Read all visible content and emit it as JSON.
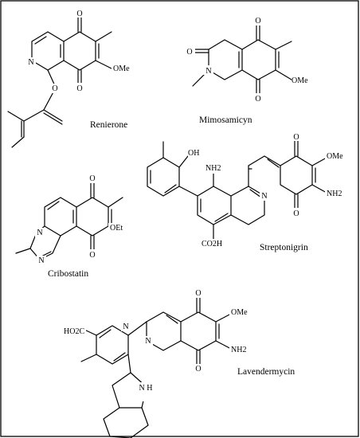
{
  "compounds": {
    "renierone": "Renierone",
    "mimosamicyn": "Mimosamicyn",
    "streptonigrin": "Streptonigrin",
    "cribostatin": "Cribostatin",
    "lavendermycin": "Lavendermycin"
  },
  "atoms": {
    "o": "O",
    "n": "N",
    "oh": "OH",
    "ome": "OMe",
    "oet": "OEt",
    "nh2": "NH2",
    "co2h": "CO2H",
    "ho2c": "HO2C",
    "nh": "N H"
  }
}
